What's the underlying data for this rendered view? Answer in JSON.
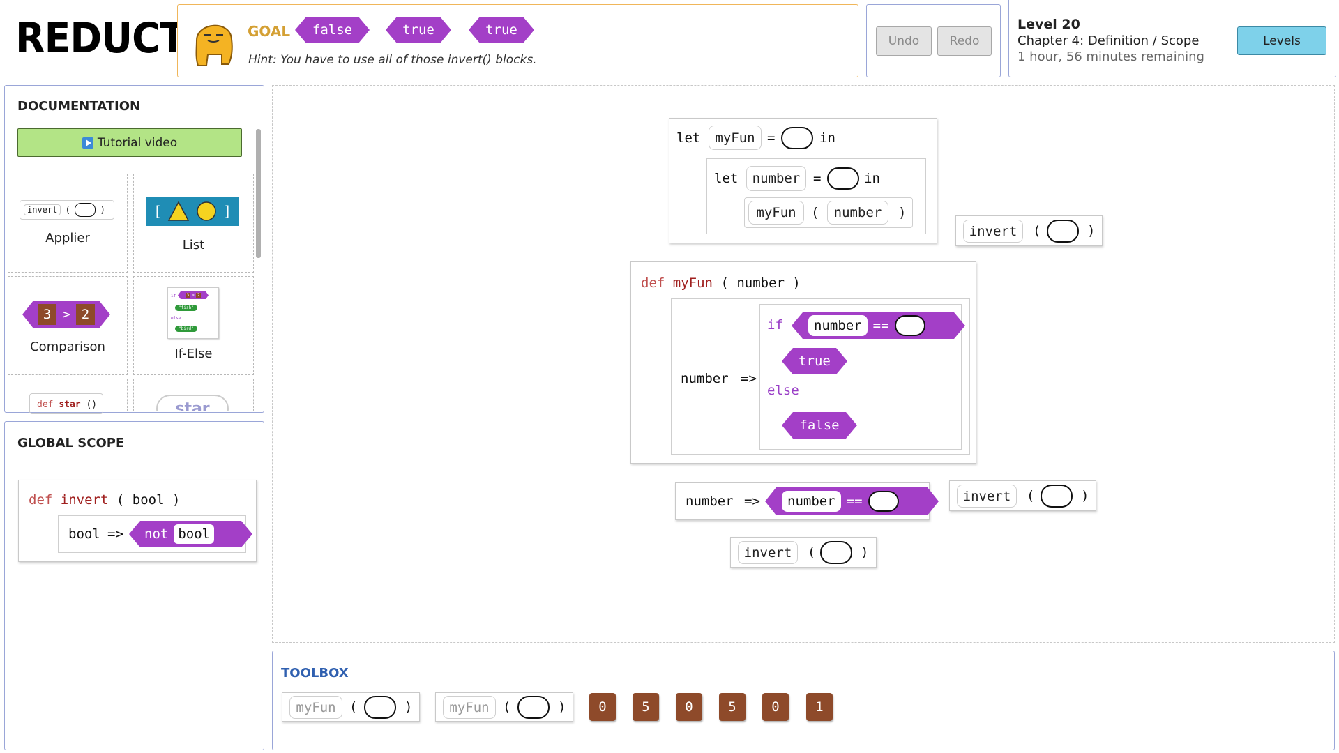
{
  "app": {
    "logo": "REDUCT"
  },
  "goal": {
    "label": "GOAL",
    "targets": [
      "false",
      "true",
      "true"
    ],
    "hint": "Hint: You have to use all of those invert() blocks."
  },
  "history": {
    "undo_label": "Undo",
    "redo_label": "Redo"
  },
  "level": {
    "title": "Level 20",
    "chapter": "Chapter 4: Definition / Scope",
    "time_remaining": "1 hour, 56 minutes remaining",
    "levels_label": "Levels"
  },
  "documentation": {
    "title": "DOCUMENTATION",
    "tutorial_label": "Tutorial video",
    "cards": [
      {
        "label": "Applier",
        "example_fn": "invert"
      },
      {
        "label": "List"
      },
      {
        "label": "Comparison",
        "left": "3",
        "op": ">",
        "right": "2"
      },
      {
        "label": "If-Else",
        "mini_if": "if",
        "mini_true": "\"fish\"",
        "mini_else": "else",
        "mini_false": "\"bird\"",
        "mini_left": "3",
        "mini_op": ">",
        "mini_right": "2"
      },
      {
        "label": "",
        "example_def": "def",
        "example_name": "star",
        "example_parens": "()"
      },
      {
        "label": "",
        "example_text": "star"
      }
    ]
  },
  "global_scope": {
    "title": "GLOBAL SCOPE",
    "def_kw": "def",
    "fn_name": "invert",
    "params": "( bool )",
    "lambda_param": "bool",
    "arrow": "=>",
    "not_kw": "not",
    "not_arg": "bool"
  },
  "canvas": {
    "let_block": {
      "let1": "let",
      "name1": "myFun",
      "eq1": "=",
      "in1": "in",
      "let2": "let",
      "name2": "number",
      "eq2": "=",
      "in2": "in",
      "call_fn": "myFun",
      "open": "(",
      "call_arg": "number",
      "close": ")"
    },
    "def_block": {
      "def_kw": "def",
      "fn_name": "myFun",
      "params": "( number )",
      "lambda_param": "number",
      "arrow": "=>",
      "if_kw": "if",
      "cond_left": "number",
      "cond_op": "==",
      "then_val": "true",
      "else_kw": "else",
      "else_val": "false"
    },
    "lambda_block": {
      "param": "number",
      "arrow": "=>",
      "cond_left": "number",
      "cond_op": "=="
    },
    "invert_calls": [
      {
        "fn": "invert",
        "open": "(",
        "close": ")"
      },
      {
        "fn": "invert",
        "open": "(",
        "close": ")"
      },
      {
        "fn": "invert",
        "open": "(",
        "close": ")"
      }
    ]
  },
  "toolbox": {
    "title": "TOOLBOX",
    "calls": [
      {
        "fn": "myFun",
        "open": "(",
        "close": ")"
      },
      {
        "fn": "myFun",
        "open": "(",
        "close": ")"
      }
    ],
    "numbers": [
      "0",
      "5",
      "0",
      "5",
      "0",
      "1"
    ]
  },
  "colors": {
    "accent_purple": "#a33fc7",
    "number_brown": "#8e4a2a",
    "goal_border": "#f0b65a",
    "levels_button": "#7ed1ea",
    "tutorial_button": "#b3e486"
  }
}
